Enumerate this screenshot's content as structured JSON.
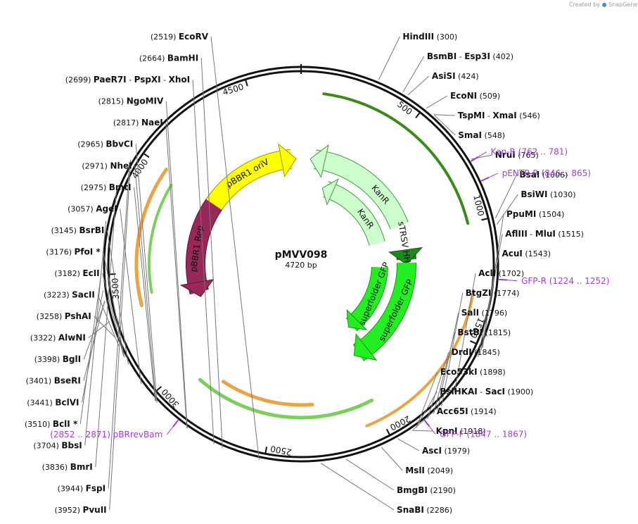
{
  "credit": {
    "text": "Created by",
    "brand": "SnapGene"
  },
  "map": {
    "name": "pMVV098",
    "size_label": "4720 bp",
    "length": 4720
  },
  "ticks": [
    {
      "bp": 500,
      "label": "500"
    },
    {
      "bp": 1000,
      "label": "1000"
    },
    {
      "bp": 1500,
      "label": "1500"
    },
    {
      "bp": 2000,
      "label": "2000"
    },
    {
      "bp": 2500,
      "label": "2500"
    },
    {
      "bp": 3000,
      "label": "3000"
    },
    {
      "bp": 3500,
      "label": "3500"
    },
    {
      "bp": 4000,
      "label": "4000"
    },
    {
      "bp": 4500,
      "label": "4500"
    }
  ],
  "sites": [
    {
      "bp": 300,
      "segs": [
        {
          "name": "HindIII",
          "pos": "(300)"
        }
      ]
    },
    {
      "bp": 402,
      "segs": [
        {
          "name": "BsmBI",
          "pos": ""
        },
        {
          "name": "Esp3I",
          "pos": "(402)"
        }
      ]
    },
    {
      "bp": 424,
      "segs": [
        {
          "name": "AsiSI",
          "pos": "(424)"
        }
      ]
    },
    {
      "bp": 509,
      "segs": [
        {
          "name": "EcoNI",
          "pos": "(509)"
        }
      ]
    },
    {
      "bp": 546,
      "segs": [
        {
          "name": "TspMI",
          "pos": ""
        },
        {
          "name": "XmaI",
          "pos": "(546)"
        }
      ]
    },
    {
      "bp": 548,
      "segs": [
        {
          "name": "SmaI",
          "pos": "(548)"
        }
      ]
    },
    {
      "bp": 765,
      "segs": [
        {
          "name": "NruI",
          "pos": "(765)"
        }
      ]
    },
    {
      "bp": 1006,
      "segs": [
        {
          "name": "BsaI",
          "pos": "(1006)"
        }
      ]
    },
    {
      "bp": 1030,
      "segs": [
        {
          "name": "BsiWI",
          "pos": "(1030)"
        }
      ]
    },
    {
      "bp": 1504,
      "segs": [
        {
          "name": "PpuMI",
          "pos": "(1504)"
        }
      ]
    },
    {
      "bp": 1515,
      "segs": [
        {
          "name": "AflIII",
          "pos": ""
        },
        {
          "name": "MluI",
          "pos": "(1515)"
        }
      ]
    },
    {
      "bp": 1543,
      "segs": [
        {
          "name": "AcuI",
          "pos": "(1543)"
        }
      ]
    },
    {
      "bp": 1702,
      "segs": [
        {
          "name": "AclI",
          "pos": "(1702)"
        }
      ]
    },
    {
      "bp": 1774,
      "segs": [
        {
          "name": "BtgZI",
          "pos": "(1774)"
        }
      ]
    },
    {
      "bp": 1796,
      "segs": [
        {
          "name": "SalI",
          "pos": "(1796)"
        }
      ]
    },
    {
      "bp": 1815,
      "segs": [
        {
          "name": "BstBI",
          "pos": "(1815)"
        }
      ]
    },
    {
      "bp": 1845,
      "segs": [
        {
          "name": "DrdI",
          "pos": "(1845)"
        }
      ]
    },
    {
      "bp": 1898,
      "segs": [
        {
          "name": "Eco53kI",
          "pos": "(1898)"
        }
      ]
    },
    {
      "bp": 1900,
      "segs": [
        {
          "name": "BsiHKAI",
          "pos": ""
        },
        {
          "name": "SacI",
          "pos": "(1900)"
        }
      ]
    },
    {
      "bp": 1914,
      "segs": [
        {
          "name": "Acc65I",
          "pos": "(1914)"
        }
      ]
    },
    {
      "bp": 1918,
      "segs": [
        {
          "name": "KpnI",
          "pos": "(1918)"
        }
      ]
    },
    {
      "bp": 1979,
      "segs": [
        {
          "name": "AscI",
          "pos": "(1979)"
        }
      ]
    },
    {
      "bp": 2049,
      "segs": [
        {
          "name": "MslI",
          "pos": "(2049)"
        }
      ]
    },
    {
      "bp": 2190,
      "segs": [
        {
          "name": "BmgBI",
          "pos": "(2190)"
        }
      ]
    },
    {
      "bp": 2286,
      "segs": [
        {
          "name": "SnaBI",
          "pos": "(2286)"
        }
      ]
    },
    {
      "bp": 2519,
      "segs": [
        {
          "name": "EcoRV",
          "pos": "(2519)"
        }
      ]
    },
    {
      "bp": 2664,
      "segs": [
        {
          "name": "BamHI",
          "pos": "(2664)"
        }
      ]
    },
    {
      "bp": 2699,
      "segs": [
        {
          "name": "PaeR7I",
          "pos": "(2699)"
        },
        {
          "name": "PspXI",
          "pos": ""
        },
        {
          "name": "XhoI",
          "pos": ""
        }
      ]
    },
    {
      "bp": 2815,
      "segs": [
        {
          "name": "NgoMIV",
          "pos": "(2815)"
        }
      ]
    },
    {
      "bp": 2817,
      "segs": [
        {
          "name": "NaeI",
          "pos": "(2817)"
        }
      ]
    },
    {
      "bp": 2965,
      "segs": [
        {
          "name": "BbvCI",
          "pos": "(2965)"
        }
      ]
    },
    {
      "bp": 2971,
      "segs": [
        {
          "name": "NheI",
          "pos": "(2971)"
        }
      ]
    },
    {
      "bp": 2975,
      "segs": [
        {
          "name": "BmtI",
          "pos": "(2975)"
        }
      ]
    },
    {
      "bp": 3057,
      "segs": [
        {
          "name": "AgeI",
          "pos": "(3057)"
        }
      ]
    },
    {
      "bp": 3145,
      "segs": [
        {
          "name": "BsrBI",
          "pos": "(3145)"
        }
      ]
    },
    {
      "bp": 3176,
      "segs": [
        {
          "name": "PfoI *",
          "pos": "(3176)"
        }
      ]
    },
    {
      "bp": 3182,
      "segs": [
        {
          "name": "EcII",
          "pos": "(3182)"
        }
      ]
    },
    {
      "bp": 3223,
      "segs": [
        {
          "name": "SacII",
          "pos": "(3223)"
        }
      ]
    },
    {
      "bp": 3258,
      "segs": [
        {
          "name": "PshAI",
          "pos": "(3258)"
        }
      ]
    },
    {
      "bp": 3322,
      "segs": [
        {
          "name": "AlwNI",
          "pos": "(3322)"
        }
      ]
    },
    {
      "bp": 3398,
      "segs": [
        {
          "name": "BglI",
          "pos": "(3398)"
        }
      ]
    },
    {
      "bp": 3401,
      "segs": [
        {
          "name": "BseRI",
          "pos": "(3401)"
        }
      ]
    },
    {
      "bp": 3441,
      "segs": [
        {
          "name": "BclVI",
          "pos": "(3441)"
        }
      ]
    },
    {
      "bp": 3510,
      "segs": [
        {
          "name": "BclI *",
          "pos": "(3510)"
        }
      ]
    },
    {
      "bp": 3704,
      "segs": [
        {
          "name": "BbsI",
          "pos": "(3704)"
        }
      ]
    },
    {
      "bp": 3836,
      "segs": [
        {
          "name": "BmrI",
          "pos": "(3836)"
        }
      ]
    },
    {
      "bp": 3944,
      "segs": [
        {
          "name": "FspI",
          "pos": "(3944)"
        }
      ]
    },
    {
      "bp": 3952,
      "segs": [
        {
          "name": "PvuII",
          "pos": "(3952)"
        }
      ]
    }
  ],
  "primers": [
    {
      "name": "Kan-R",
      "range": "(762 .. 781)",
      "start": 762,
      "end": 781
    },
    {
      "name": "pENTR-R",
      "range": "(846 .. 865)",
      "start": 846,
      "end": 865
    },
    {
      "name": "GFP-R",
      "range": "(1224 .. 1252)",
      "start": 1224,
      "end": 1252
    },
    {
      "name": "GFP-F",
      "range": "(1847 .. 1867)",
      "start": 1847,
      "end": 1867
    },
    {
      "name": "pBRrevBam",
      "range": "(2852 .. 2871)",
      "start": 2852,
      "end": 2871
    }
  ],
  "features": [
    {
      "name": "KanR",
      "start": 100,
      "end": 900,
      "dir": -1,
      "ring": 0,
      "color": "#ccffcc",
      "stroke": "#449944",
      "label_bp": 640
    },
    {
      "name": "KanR",
      "start": 240,
      "end": 980,
      "dir": -1,
      "ring": 1,
      "color": "#ccffcc",
      "stroke": "#449944",
      "label_bp": 720
    },
    {
      "name": "sTRSV HHRz",
      "start": 1108,
      "end": 1148,
      "dir": 1,
      "ring": 0,
      "color": "#1e8a1e",
      "stroke": "#0a5a0a",
      "label_bp": 1060
    },
    {
      "name": "superfolder GFP",
      "start": 1170,
      "end": 1930,
      "dir": 1,
      "ring": 0,
      "color": "#22ee22",
      "stroke": "#119911",
      "label_bp": 1520
    },
    {
      "name": "superfolder GFP",
      "start": 1210,
      "end": 1840,
      "dir": 1,
      "ring": 1,
      "color": "#22ee22",
      "stroke": "#119911",
      "label_bp": 1470
    },
    {
      "name": "pBBR1 Rep",
      "start": 3340,
      "end": 4000,
      "dir": -1,
      "ring": 0,
      "color": "#99285a",
      "stroke": "#5e1638",
      "label_bp": 3650
    },
    {
      "name": "pBBR1 oriV",
      "start": 3990,
      "end": 4650,
      "dir": 1,
      "ring": 0,
      "color": "#ffff00",
      "stroke": "#999900",
      "label_bp": 4320
    }
  ],
  "colors": {
    "kanr_fill": "#ccffcc",
    "gfp_fill": "#22ee22",
    "rep_fill": "#99285a",
    "oriv_fill": "#ffff00",
    "primer": "#a23cd6"
  }
}
